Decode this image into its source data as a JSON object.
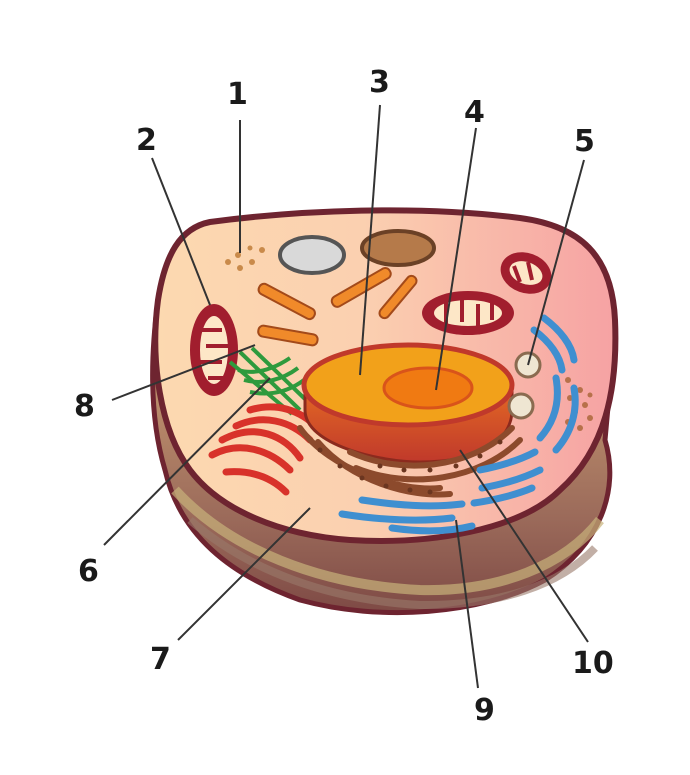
{
  "labels": {
    "n1": "1",
    "n2": "2",
    "n3": "3",
    "n4": "4",
    "n5": "5",
    "n6": "6",
    "n7": "7",
    "n8": "8",
    "n9": "9",
    "n10": "10"
  },
  "colors": {
    "membrane": "#6e2430",
    "cytoplasm_left": "#fcd9b0",
    "cytoplasm_right": "#f6a2a3",
    "cell_side": "#a07360",
    "nucleus": "#f2a11a",
    "nucleolus": "#f07a12",
    "mitochondria": "#a11e2e",
    "centriole": "#d8671d",
    "golgi": "#2e9a3d",
    "er_rough": "#8c4a2c",
    "er_smooth": "#3f8fd0",
    "vesicle": "#e9e2d0"
  }
}
